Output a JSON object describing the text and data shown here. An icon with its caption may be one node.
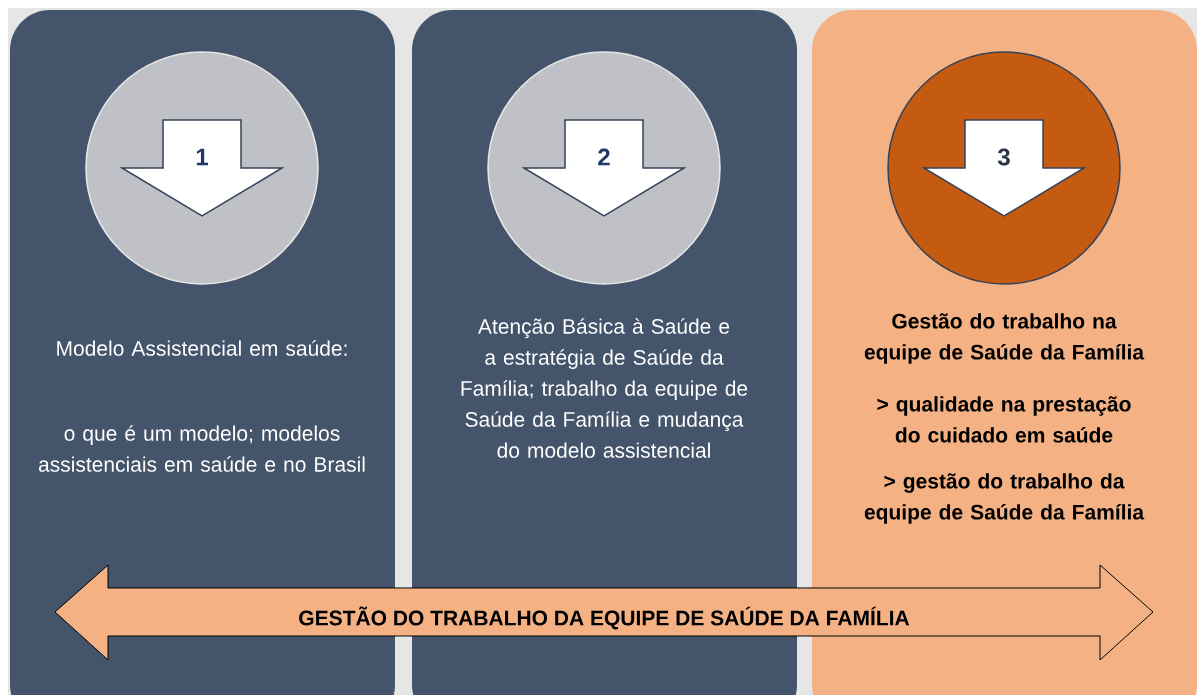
{
  "diagram": {
    "nodes": [
      {
        "text": [
          "Modelo Assistencial em saúde:",
          "o que é um modelo; modelos assistenciais em saúde e no Brasil"
        ]
      },
      {
        "text": [
          "1"
        ],
        "in": 0
      },
      {
        "text": [
          "Atenção Básica à Saúde e a estratégia de Saúde da Família; trabalho da equipe de Saúde da Família e mudança do modelo assistencial"
        ]
      },
      {
        "text": [
          "2"
        ],
        "in": 2
      },
      {
        "text": [
          "Gestão do trabalho na equipe de Saúde da Família",
          "> qualidade na prestação do cuidado em saúde",
          "> gestão do trabalho da equipe de Saúde da Família"
        ]
      },
      {
        "text": [
          "3"
        ],
        "in": 4
      },
      {
        "text": [
          "GESTÃO DO TRABALHO DA EQUIPE DE SAÚDE DA FAMÍLIA"
        ]
      }
    ],
    "edges": []
  }
}
